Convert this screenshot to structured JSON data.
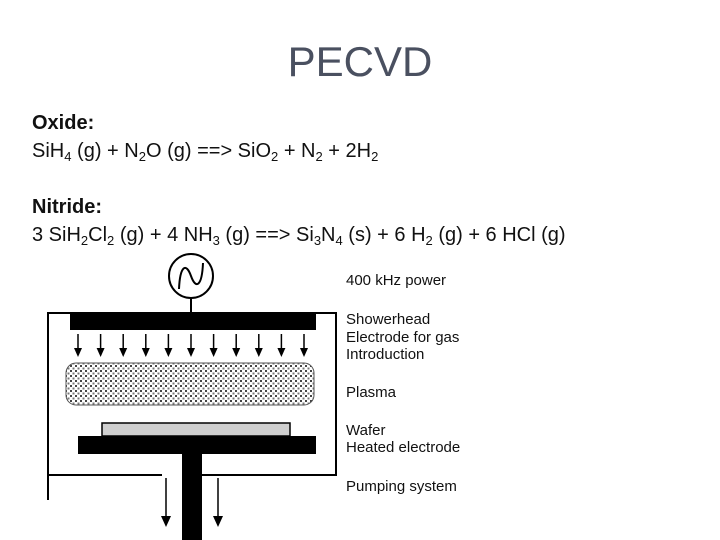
{
  "title": "PECVD",
  "oxide": {
    "heading": "Oxide:",
    "eq": [
      {
        "t": "Si"
      },
      {
        "t": "H"
      },
      {
        "t": "4",
        "sub": true
      },
      {
        "t": " (g)  + N"
      },
      {
        "t": "2",
        "sub": true
      },
      {
        "t": "O (g) ==> Si"
      },
      {
        "t": "O"
      },
      {
        "t": "2",
        "sub": true
      },
      {
        "t": " + N"
      },
      {
        "t": "2",
        "sub": true
      },
      {
        "t": " + 2H"
      },
      {
        "t": "2",
        "sub": true
      }
    ]
  },
  "nitride": {
    "heading": "Nitride:",
    "eq": [
      {
        "t": "3 Si"
      },
      {
        "t": "H"
      },
      {
        "t": "2",
        "sub": true
      },
      {
        "t": "Cl"
      },
      {
        "t": "2",
        "sub": true
      },
      {
        "t": " (g) + 4 NH"
      },
      {
        "t": "3",
        "sub": true
      },
      {
        "t": " (g) ==> Si"
      },
      {
        "t": "3",
        "sub": true
      },
      {
        "t": "N"
      },
      {
        "t": "4",
        "sub": true
      },
      {
        "t": " (s) + 6 H"
      },
      {
        "t": "2",
        "sub": true
      },
      {
        "t": " (g) + 6 HCl (g)"
      }
    ]
  },
  "diagram": {
    "labels": {
      "power": "400 kHz power",
      "showerhead": [
        "Showerhead",
        "Electrode for gas",
        "Introduction"
      ],
      "plasma": "Plasma",
      "wafer": "Wafer",
      "heated": "Heated electrode",
      "pumping": "Pumping system"
    },
    "power_source_icon": "ac-sine-icon"
  }
}
